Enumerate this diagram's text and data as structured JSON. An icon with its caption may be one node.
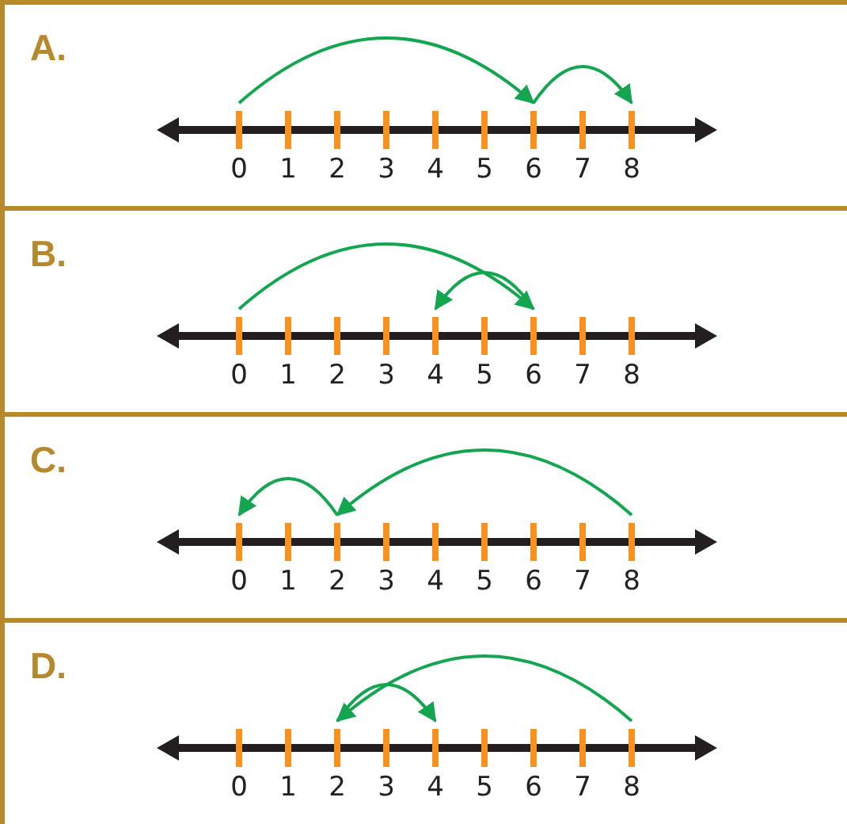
{
  "diagram": {
    "nodes": [
      {
        "text": [
          "A."
        ]
      },
      {
        "text": [
          "0"
        ],
        "in": 0
      },
      {
        "text": [
          "1"
        ],
        "in": 0
      },
      {
        "text": [
          "2"
        ],
        "in": 0
      },
      {
        "text": [
          "3"
        ],
        "in": 0
      },
      {
        "text": [
          "4"
        ],
        "in": 0
      },
      {
        "text": [
          "5"
        ],
        "in": 0
      },
      {
        "text": [
          "6"
        ],
        "in": 0
      },
      {
        "text": [
          "7"
        ],
        "in": 0
      },
      {
        "text": [
          "8"
        ],
        "in": 0
      },
      {
        "text": [
          "B."
        ]
      },
      {
        "text": [
          "0"
        ],
        "in": 10
      },
      {
        "text": [
          "1"
        ],
        "in": 10
      },
      {
        "text": [
          "2"
        ],
        "in": 10
      },
      {
        "text": [
          "3"
        ],
        "in": 10
      },
      {
        "text": [
          "4"
        ],
        "in": 10
      },
      {
        "text": [
          "5"
        ],
        "in": 10
      },
      {
        "text": [
          "6"
        ],
        "in": 10
      },
      {
        "text": [
          "7"
        ],
        "in": 10
      },
      {
        "text": [
          "8"
        ],
        "in": 10
      },
      {
        "text": [
          "C."
        ]
      },
      {
        "text": [
          "0"
        ],
        "in": 20
      },
      {
        "text": [
          "1"
        ],
        "in": 20
      },
      {
        "text": [
          "2"
        ],
        "in": 20
      },
      {
        "text": [
          "3"
        ],
        "in": 20
      },
      {
        "text": [
          "4"
        ],
        "in": 20
      },
      {
        "text": [
          "5"
        ],
        "in": 20
      },
      {
        "text": [
          "6"
        ],
        "in": 20
      },
      {
        "text": [
          "7"
        ],
        "in": 20
      },
      {
        "text": [
          "8"
        ],
        "in": 20
      },
      {
        "text": [
          "D."
        ]
      },
      {
        "text": [
          "0"
        ],
        "in": 30
      },
      {
        "text": [
          "1"
        ],
        "in": 30
      },
      {
        "text": [
          "2"
        ],
        "in": 30
      },
      {
        "text": [
          "3"
        ],
        "in": 30
      },
      {
        "text": [
          "4"
        ],
        "in": 30
      },
      {
        "text": [
          "5"
        ],
        "in": 30
      },
      {
        "text": [
          "6"
        ],
        "in": 30
      },
      {
        "text": [
          "7"
        ],
        "in": 30
      },
      {
        "text": [
          "8"
        ],
        "in": 30
      }
    ],
    "edges": [
      {
        "from": 1,
        "to": 7,
        "arrow": "to"
      },
      {
        "from": 7,
        "to": 9,
        "arrow": "to"
      },
      {
        "from": 11,
        "to": 17,
        "arrow": "to"
      },
      {
        "from": 17,
        "to": 15,
        "arrow": "to"
      },
      {
        "from": 29,
        "to": 23,
        "arrow": "to"
      },
      {
        "from": 23,
        "to": 21,
        "arrow": "to"
      },
      {
        "from": 39,
        "to": 33,
        "arrow": "to"
      },
      {
        "from": 33,
        "to": 35,
        "arrow": "to"
      }
    ]
  }
}
